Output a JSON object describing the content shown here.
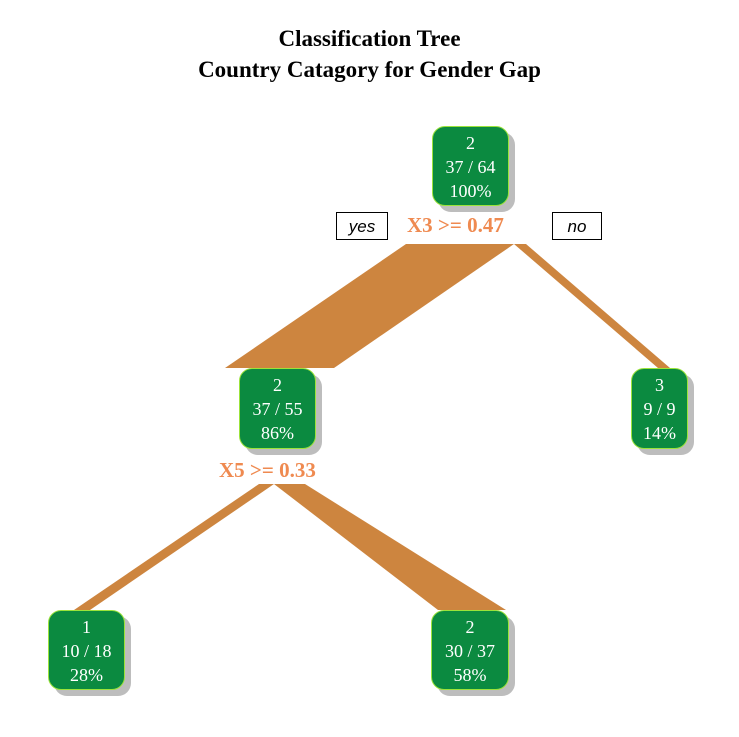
{
  "title": {
    "line1": "Classification Tree",
    "line2": "Country Catagory for Gender Gap"
  },
  "colors": {
    "node_fill": "#0b8a40",
    "node_border": "#9be33a",
    "branch": "#cd853f",
    "split_text": "#ef8a50"
  },
  "edge_labels": {
    "yes": "yes",
    "no": "no"
  },
  "nodes": {
    "root": {
      "class": "2",
      "counts": "37 / 64",
      "pct": "100%",
      "split": "X3 >= 0.47"
    },
    "left": {
      "class": "2",
      "counts": "37 / 55",
      "pct": "86%",
      "split": "X5 >= 0.33"
    },
    "right": {
      "class": "3",
      "counts": "9 / 9",
      "pct": "14%"
    },
    "ll": {
      "class": "1",
      "counts": "10 / 18",
      "pct": "28%"
    },
    "lr": {
      "class": "2",
      "counts": "30 / 37",
      "pct": "58%"
    }
  }
}
